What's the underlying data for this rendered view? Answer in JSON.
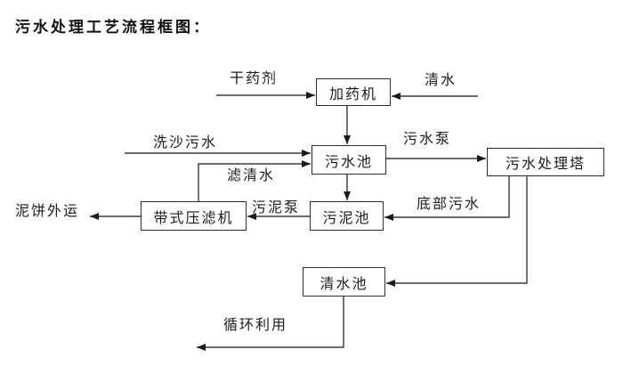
{
  "title": "污水处理工艺流程框图：",
  "colors": {
    "background": "#ffffff",
    "line": "#3a3a3a",
    "arrowhead": "#1a1a1a",
    "box_border": "#2e2e2e",
    "text": "#1c1c1c"
  },
  "nodes": {
    "dosing_machine": "加药机",
    "sewage_pool": "污水池",
    "treatment_tower": "污水处理塔",
    "belt_filter_press": "带式压滤机",
    "sludge_pool": "污泥池",
    "clean_water_pool": "清水池"
  },
  "flow_labels": {
    "dry_agent": "干药剂",
    "clean_water": "清水",
    "sand_washing_sewage": "洗沙污水",
    "sewage_pump": "污水泵",
    "filtered_water": "滤清水",
    "mud_cake_out": "泥饼外运",
    "sludge_pump": "污泥泵",
    "bottom_sewage": "底部污水",
    "recycle_use": "循环利用"
  },
  "edges": [
    {
      "from": "external",
      "to": "dosing_machine",
      "label": "干药剂"
    },
    {
      "from": "external",
      "to": "dosing_machine",
      "label": "清水"
    },
    {
      "from": "dosing_machine",
      "to": "sewage_pool",
      "label": ""
    },
    {
      "from": "external",
      "to": "sewage_pool",
      "label": "洗沙污水"
    },
    {
      "from": "belt_filter_press",
      "to": "sewage_pool",
      "label": "滤清水"
    },
    {
      "from": "sewage_pool",
      "to": "treatment_tower",
      "label": "污水泵"
    },
    {
      "from": "sewage_pool",
      "to": "sludge_pool",
      "label": ""
    },
    {
      "from": "treatment_tower",
      "to": "sludge_pool",
      "label": "底部污水"
    },
    {
      "from": "sludge_pool",
      "to": "belt_filter_press",
      "label": "污泥泵"
    },
    {
      "from": "belt_filter_press",
      "to": "external",
      "label": "泥饼外运"
    },
    {
      "from": "treatment_tower",
      "to": "clean_water_pool",
      "label": ""
    },
    {
      "from": "clean_water_pool",
      "to": "external",
      "label": "循环利用"
    }
  ]
}
